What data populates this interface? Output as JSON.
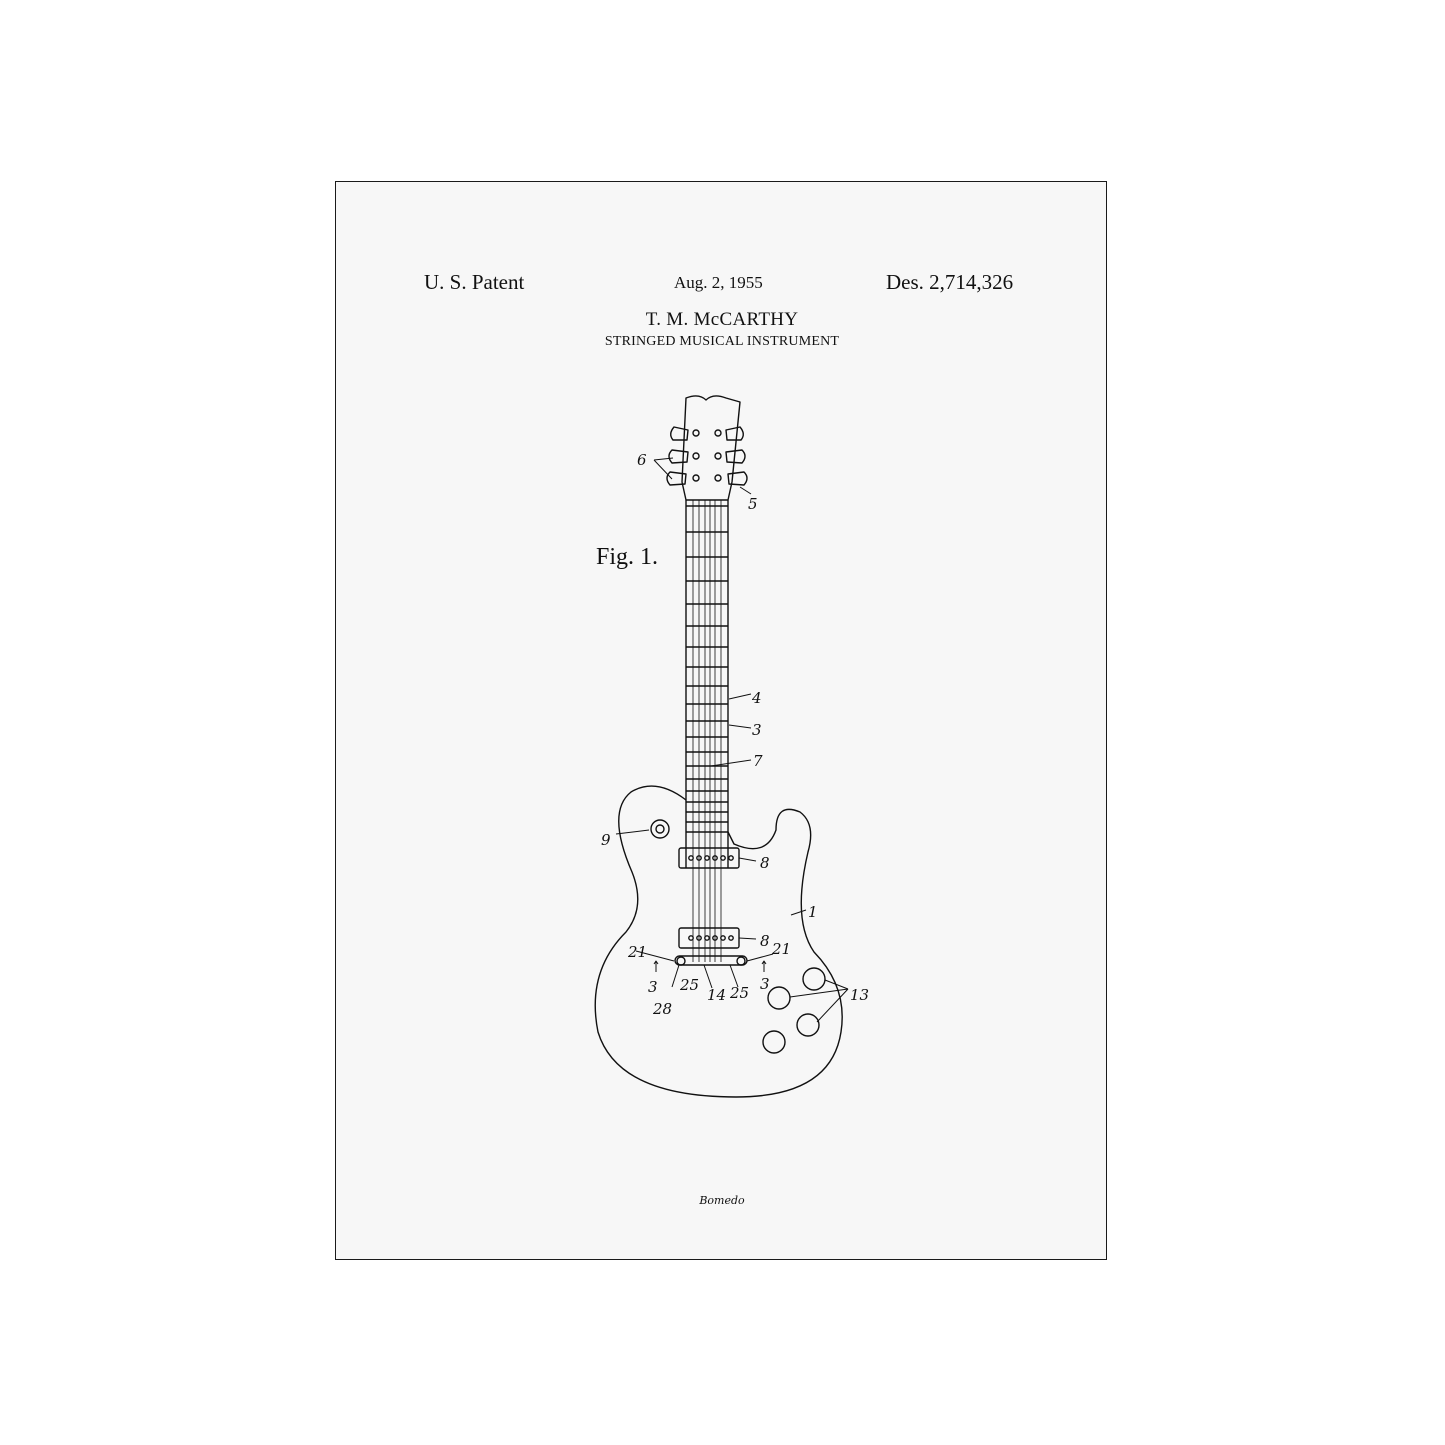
{
  "header": {
    "patent_label": "U. S. Patent",
    "date": "Aug. 2, 1955",
    "patent_number": "Des. 2,714,326",
    "inventor": "T. M. McCARTHY",
    "invention": "STRINGED MUSICAL INSTRUMENT"
  },
  "figure": {
    "label": "Fig. 1.",
    "reference_numerals": {
      "tuners": "6",
      "nut": "5",
      "fret_marker": "4",
      "fret": "3",
      "fret_edge": "7",
      "jack": "9",
      "neck_pickup": "8",
      "body": "1",
      "bridge_pickup": "8",
      "bridge_post_left": "21",
      "bridge_post_right": "21",
      "string_left": "3",
      "string_right": "3",
      "saddle_left": "25",
      "tailpiece": "14",
      "saddle_right": "25",
      "stud": "28",
      "knobs": "13"
    }
  },
  "footer": {
    "brand": "Bomedo"
  }
}
